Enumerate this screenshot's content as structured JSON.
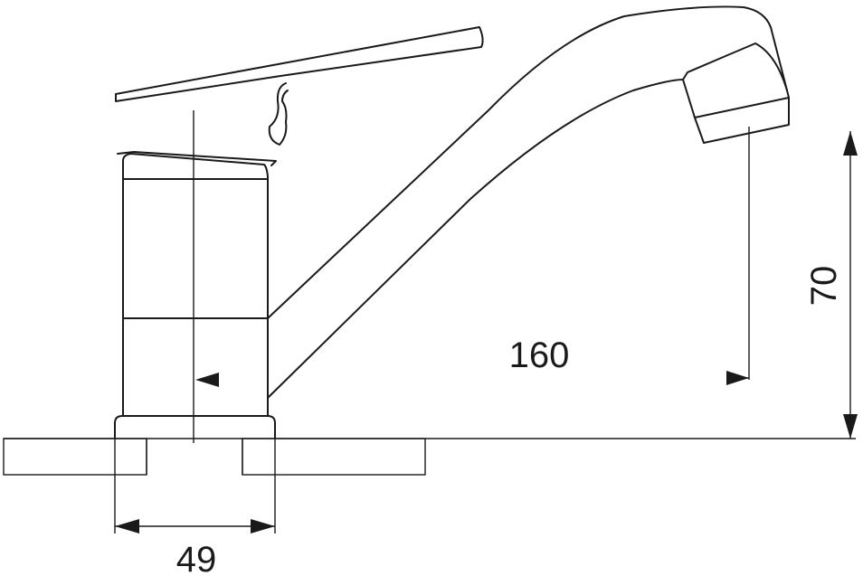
{
  "dimensions": {
    "base_width": "49",
    "spout_reach": "160",
    "spout_height": "70"
  },
  "colors": {
    "line": "#1a1a1a",
    "background": "#ffffff"
  }
}
